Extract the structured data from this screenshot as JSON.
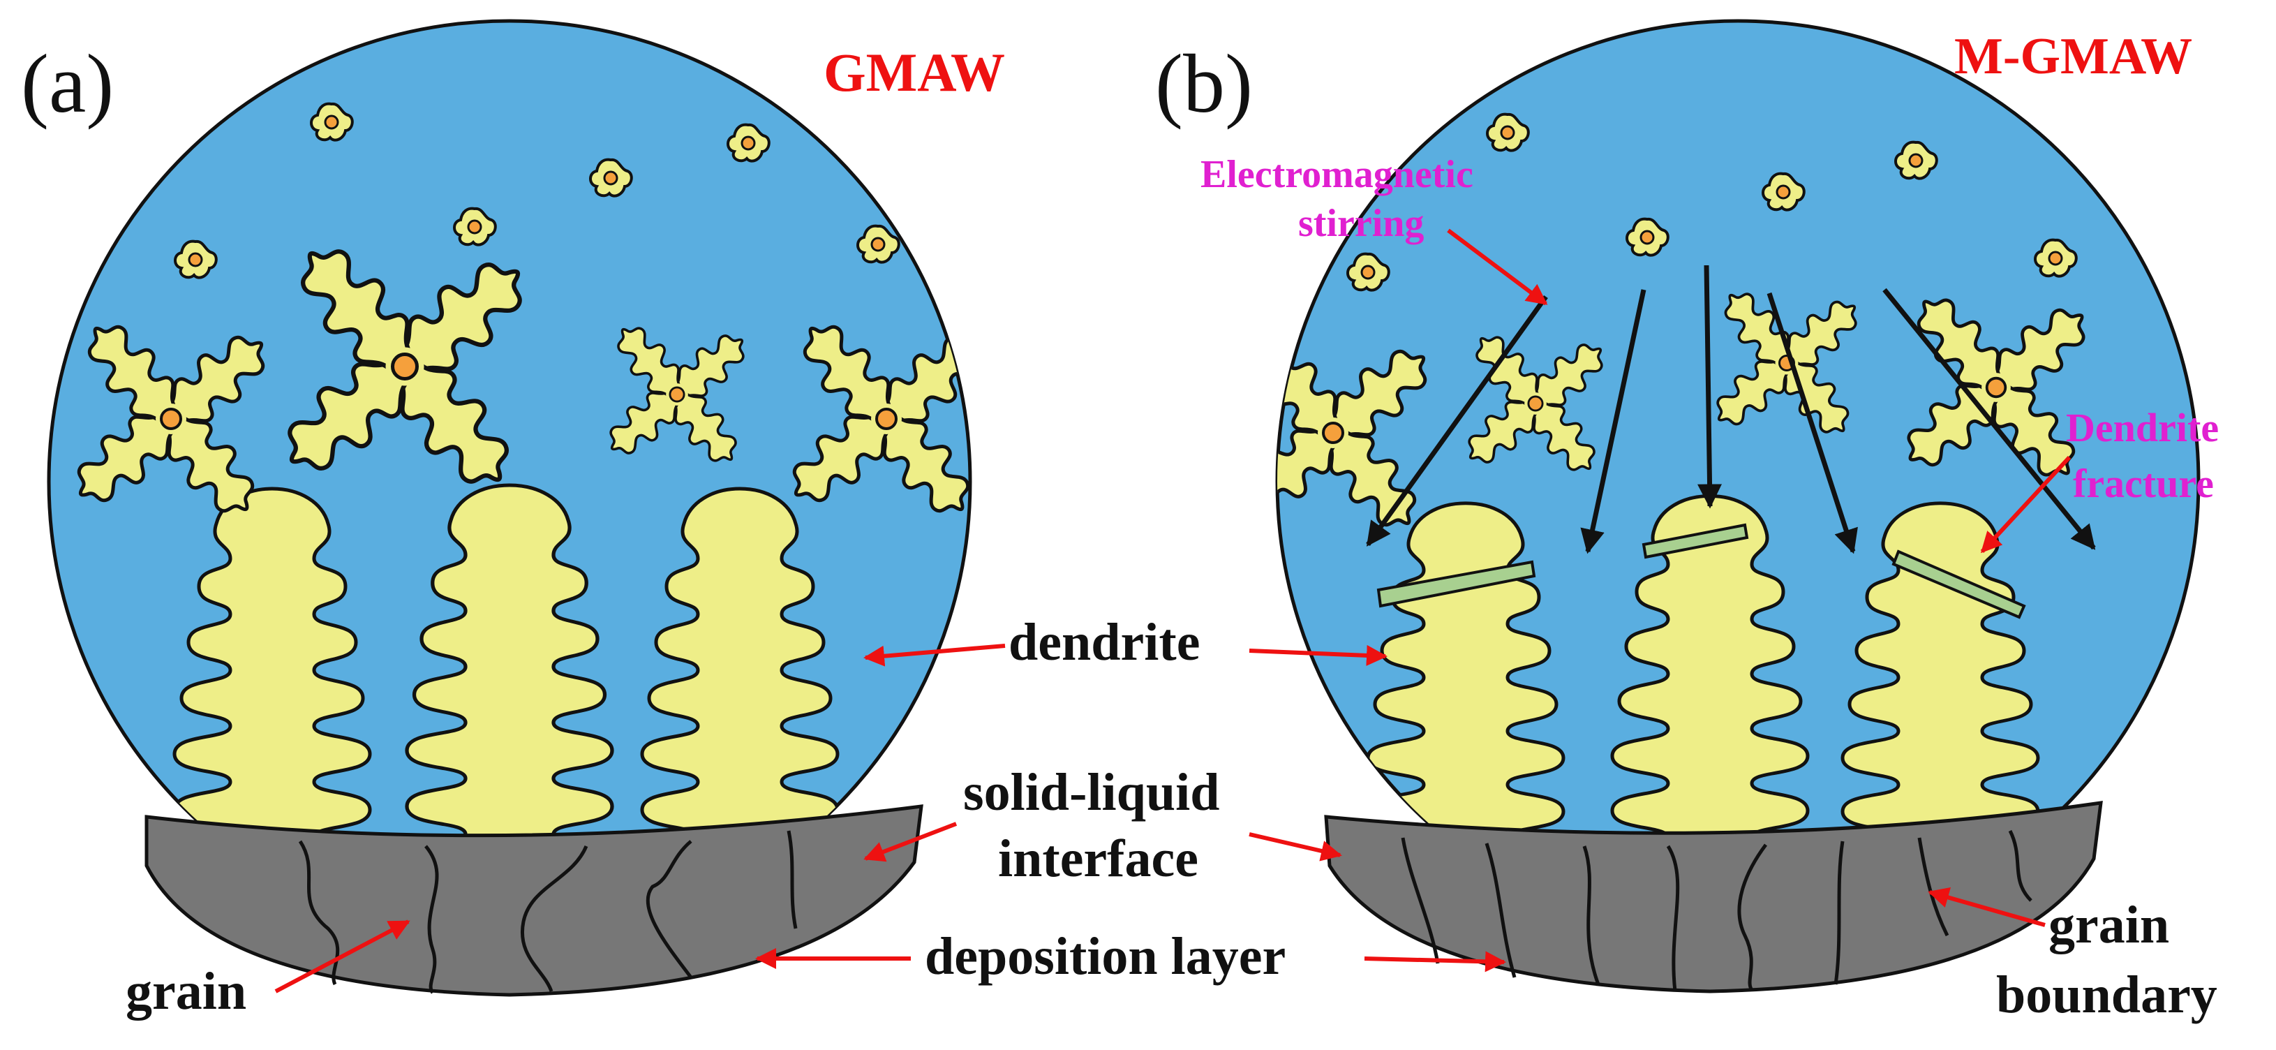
{
  "panels": {
    "a": {
      "letter": "(a)",
      "title": "GMAW"
    },
    "b": {
      "letter": "(b)",
      "title": "M-GMAW"
    }
  },
  "labels": {
    "dendrite": "dendrite",
    "solid_liquid_line1": "solid-liquid",
    "solid_liquid_line2": "interface",
    "deposition_layer": "deposition layer",
    "grain": "grain",
    "grain_boundary_line1": "grain",
    "grain_boundary_line2": "boundary",
    "em_stirring_line1": "Electromagnetic",
    "em_stirring_line2": "stirring",
    "dendrite_fracture_line1": "Dendrite",
    "dendrite_fracture_line2": "fracture"
  },
  "colors": {
    "melt_pool": "#5aaee0",
    "dendrite": "#eeee88",
    "nucleus": "#f5a03c",
    "deposit": "#777777",
    "outline": "#111111",
    "pointer": "#ee1111",
    "title_red": "#ee1111",
    "magenta": "#e020d0",
    "text": "#111111"
  }
}
